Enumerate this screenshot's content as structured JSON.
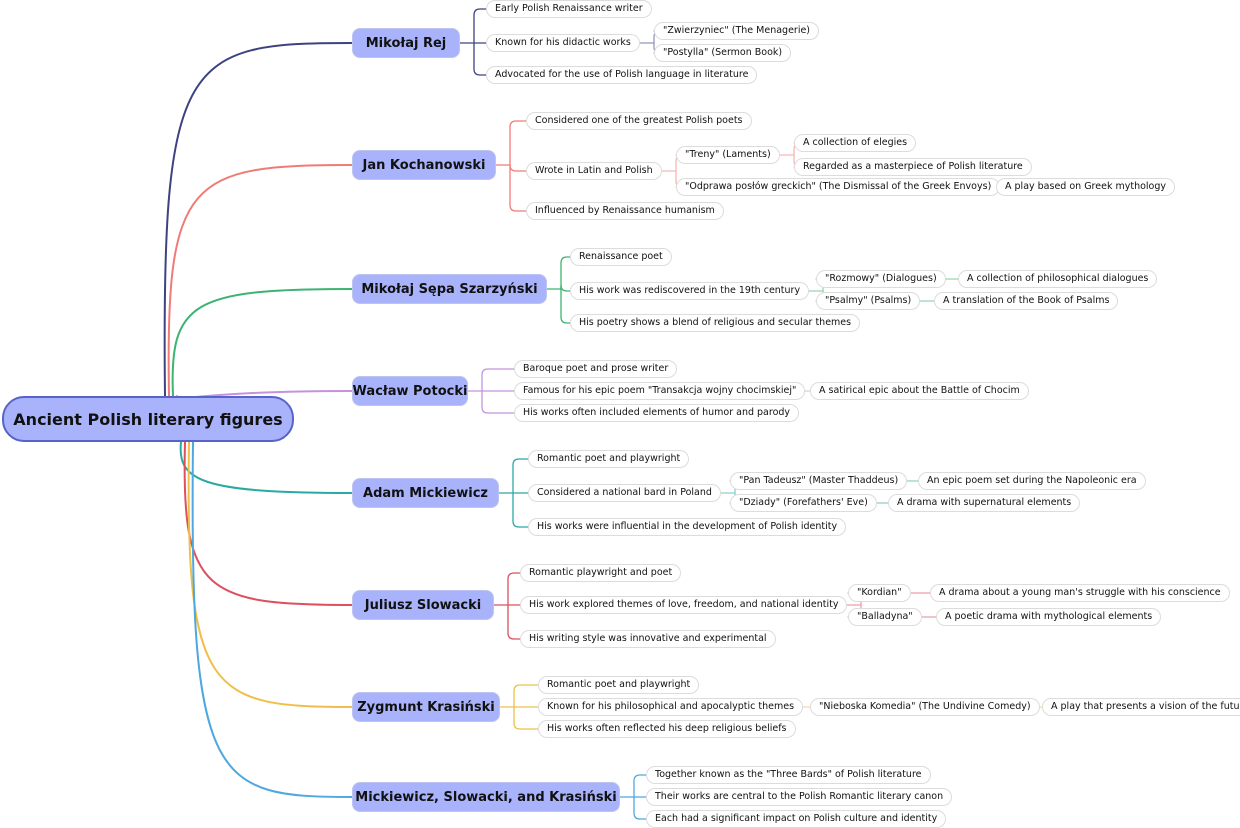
{
  "root": {
    "label": "Ancient Polish literary figures",
    "color": "#a9b3fb"
  },
  "branches": [
    {
      "id": "b1",
      "label": "Mikołaj Rej",
      "color": "#3d4380",
      "children": [
        {
          "id": "b1c1",
          "label": "Early Polish Renaissance writer"
        },
        {
          "id": "b1c2",
          "label": "Known for his didactic works",
          "children": [
            {
              "id": "b1c2a",
              "label": "\"Zwierzyniec\" (The Menagerie)"
            },
            {
              "id": "b1c2b",
              "label": "\"Postylla\" (Sermon Book)"
            }
          ]
        },
        {
          "id": "b1c3",
          "label": "Advocated for the use of Polish language in literature"
        }
      ]
    },
    {
      "id": "b2",
      "label": "Jan Kochanowski",
      "color": "#f07b76",
      "children": [
        {
          "id": "b2c1",
          "label": "Considered one of the greatest Polish poets"
        },
        {
          "id": "b2c2",
          "label": "Wrote in Latin and Polish",
          "children": [
            {
              "id": "b2c2a",
              "label": "\"Treny\" (Laments)",
              "children": [
                {
                  "id": "b2c2a1",
                  "label": "A collection of elegies"
                },
                {
                  "id": "b2c2a2",
                  "label": "Regarded as a masterpiece of Polish literature"
                }
              ]
            },
            {
              "id": "b2c2b",
              "label": "\"Odprawa posłów greckich\" (The Dismissal of the Greek Envoys)",
              "children": [
                {
                  "id": "b2c2b1",
                  "label": "A play based on Greek mythology"
                }
              ]
            }
          ]
        },
        {
          "id": "b2c3",
          "label": "Influenced by Renaissance humanism"
        }
      ]
    },
    {
      "id": "b3",
      "label": "Mikołaj Sępa Szarzyński",
      "color": "#3cb371",
      "children": [
        {
          "id": "b3c1",
          "label": "Renaissance poet"
        },
        {
          "id": "b3c2",
          "label": "His work was rediscovered in the 19th century",
          "children": [
            {
              "id": "b3c2a",
              "label": "\"Rozmowy\" (Dialogues)",
              "children": [
                {
                  "id": "b3c2a1",
                  "label": "A collection of philosophical dialogues"
                }
              ]
            },
            {
              "id": "b3c2b",
              "label": "\"Psalmy\" (Psalms)",
              "children": [
                {
                  "id": "b3c2b1",
                  "label": "A translation of the Book of Psalms"
                }
              ]
            }
          ]
        },
        {
          "id": "b3c3",
          "label": "His poetry shows a blend of religious and secular themes"
        }
      ]
    },
    {
      "id": "b4",
      "label": "Wacław Potocki",
      "color": "#c592dd",
      "children": [
        {
          "id": "b4c1",
          "label": "Baroque poet and prose writer"
        },
        {
          "id": "b4c2",
          "label": "Famous for his epic poem \"Transakcja wojny chocimskiej\"",
          "children": [
            {
              "id": "b4c2a",
              "label": "A satirical epic about the Battle of Chocim"
            }
          ]
        },
        {
          "id": "b4c3",
          "label": "His works often included elements of humor and parody"
        }
      ]
    },
    {
      "id": "b5",
      "label": "Adam Mickiewicz",
      "color": "#2aa9a4",
      "children": [
        {
          "id": "b5c1",
          "label": "Romantic poet and playwright"
        },
        {
          "id": "b5c2",
          "label": "Considered a national bard in Poland",
          "children": [
            {
              "id": "b5c2a",
              "label": "\"Pan Tadeusz\" (Master Thaddeus)",
              "children": [
                {
                  "id": "b5c2a1",
                  "label": "An epic poem set during the Napoleonic era"
                }
              ]
            },
            {
              "id": "b5c2b",
              "label": "\"Dziady\" (Forefathers' Eve)",
              "children": [
                {
                  "id": "b5c2b1",
                  "label": "A drama with supernatural elements"
                }
              ]
            }
          ]
        },
        {
          "id": "b5c3",
          "label": "His works were influential in the development of Polish identity"
        }
      ]
    },
    {
      "id": "b6",
      "label": "Juliusz Slowacki",
      "color": "#dc5060",
      "children": [
        {
          "id": "b6c1",
          "label": "Romantic playwright and poet"
        },
        {
          "id": "b6c2",
          "label": "His work explored themes of love, freedom, and national identity",
          "children": [
            {
              "id": "b6c2a",
              "label": "\"Kordian\"",
              "children": [
                {
                  "id": "b6c2a1",
                  "label": "A drama about a young man's struggle with his conscience"
                }
              ]
            },
            {
              "id": "b6c2b",
              "label": "\"Balladyna\"",
              "children": [
                {
                  "id": "b6c2b1",
                  "label": "A poetic drama with mythological elements"
                }
              ]
            }
          ]
        },
        {
          "id": "b6c3",
          "label": "His writing style was innovative and experimental"
        }
      ]
    },
    {
      "id": "b7",
      "label": "Zygmunt Krasiński",
      "color": "#efbf4a",
      "children": [
        {
          "id": "b7c1",
          "label": "Romantic poet and playwright"
        },
        {
          "id": "b7c2",
          "label": "Known for his philosophical and apocalyptic themes",
          "children": [
            {
              "id": "b7c2a",
              "label": "\"Nieboska Komedia\" (The Undivine Comedy)",
              "children": [
                {
                  "id": "b7c2a1",
                  "label": "A play that presents a vision of the future"
                }
              ]
            }
          ]
        },
        {
          "id": "b7c3",
          "label": "His works often reflected his deep religious beliefs"
        }
      ]
    },
    {
      "id": "b8",
      "label": "Mickiewicz, Slowacki, and Krasiński",
      "color": "#4ea8e0",
      "children": [
        {
          "id": "b8c1",
          "label": "Together known as the \"Three Bards\" of Polish literature"
        },
        {
          "id": "b8c2",
          "label": "Their works are central to the Polish Romantic literary canon"
        },
        {
          "id": "b8c3",
          "label": "Each had a significant impact on Polish culture and identity"
        }
      ]
    }
  ]
}
